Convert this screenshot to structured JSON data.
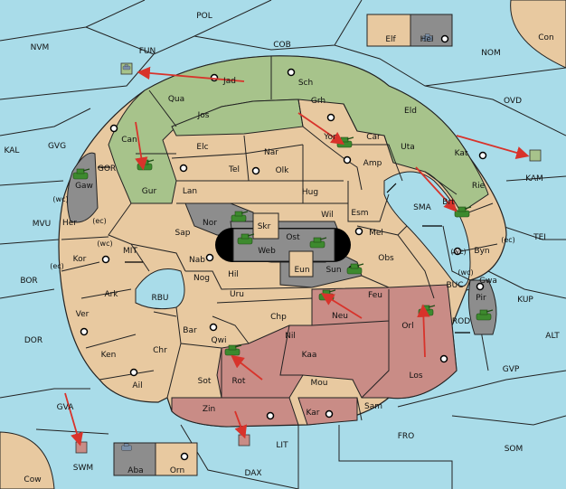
{
  "colors": {
    "sea": "#a9dce9",
    "land": "#e8c9a0",
    "green_player": "#a7c38b",
    "red_player": "#c98c86",
    "gray_player": "#8d8d8d",
    "center": "#000000",
    "order_arrow": "#d8332b",
    "border": "#222222"
  },
  "sea_labels": [
    "POL",
    "NVM",
    "FUN",
    "COB",
    "NOM",
    "OVD",
    "KAL",
    "GVG",
    "MVU",
    "BOR",
    "DOR",
    "GVA",
    "SWM",
    "LIT",
    "DAX",
    "FRO",
    "SOM",
    "GVP",
    "ALT",
    "KUP",
    "TEI",
    "KAM",
    "SMA",
    "BUC",
    "ROD",
    "MIT",
    "RBU",
    "GOR"
  ],
  "land_labels": [
    "Con",
    "Elf",
    "Hel",
    "Cow",
    "Aba",
    "Orn",
    "Jad",
    "Sch",
    "Qua",
    "Jos",
    "Grh",
    "Eld",
    "Can",
    "Yor",
    "Car",
    "Uta",
    "Kat",
    "Elc",
    "Nar",
    "Amp",
    "Tel",
    "Olk",
    "Gur",
    "Lan",
    "Hug",
    "Brt",
    "Rie",
    "Gaw",
    "Wil",
    "Esm",
    "Her",
    "Nor",
    "Skr",
    "Ost",
    "Mel",
    "Sap",
    "Web",
    "Byn",
    "Kor",
    "Nab",
    "Eun",
    "Sun",
    "Obs",
    "Hil",
    "Gwa",
    "Nog",
    "Uru",
    "Feu",
    "Ark",
    "Pir",
    "Chp",
    "Neu",
    "Orl",
    "Ver",
    "Bar",
    "Qwi",
    "Nil",
    "Ken",
    "Chr",
    "Kaa",
    "Ail",
    "Rot",
    "Sot",
    "Mou",
    "Los",
    "Zin",
    "Kar",
    "Sam"
  ],
  "coast_tags": [
    "(wc)",
    "(ec)",
    "(wc)",
    "(ec)",
    "(wc)",
    "(ec)",
    "(wc)"
  ]
}
